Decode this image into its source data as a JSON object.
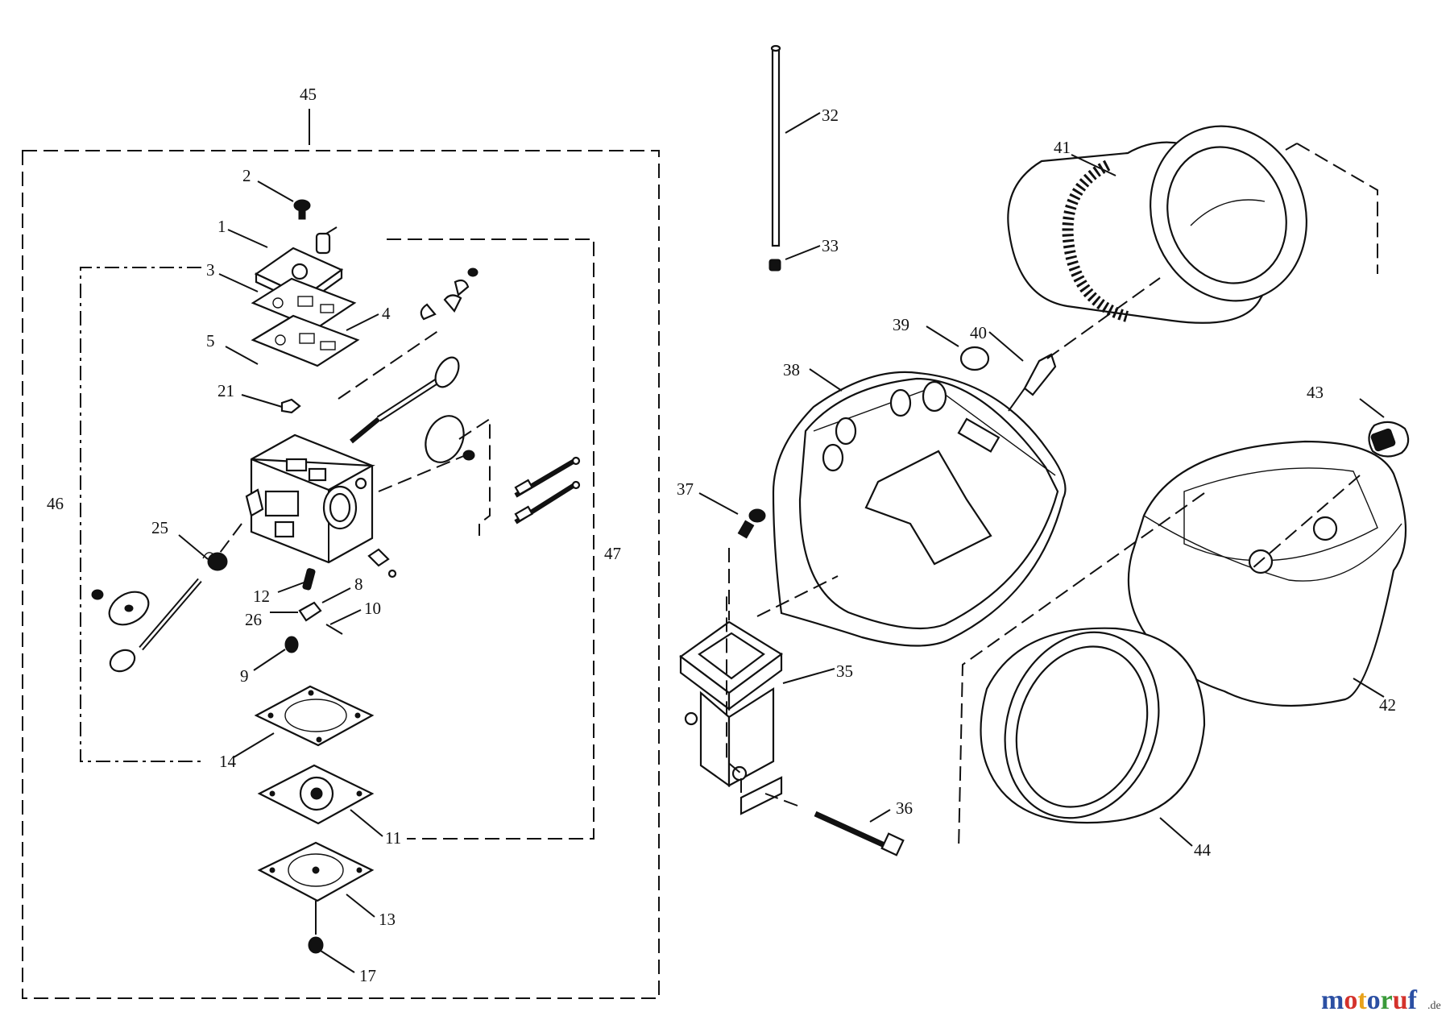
{
  "labels": {
    "p1": "1",
    "p2": "2",
    "p3": "3",
    "p4": "4",
    "p5": "5",
    "p8": "8",
    "p9": "9",
    "p10": "10",
    "p11": "11",
    "p12": "12",
    "p13": "13",
    "p14": "14",
    "p17": "17",
    "p21": "21",
    "p25": "25",
    "p26": "26",
    "p32": "32",
    "p33": "33",
    "p35": "35",
    "p36": "36",
    "p37": "37",
    "p38": "38",
    "p39": "39",
    "p40": "40",
    "p41": "41",
    "p42": "42",
    "p43": "43",
    "p44": "44",
    "p45": "45",
    "p46": "46",
    "p47": "47"
  },
  "watermark": {
    "letters": [
      "m",
      "o",
      "t",
      "o",
      "r",
      "u",
      "f"
    ],
    "letter_colors": [
      "#2b4fa3",
      "#d4322c",
      "#e8a21a",
      "#2b4fa3",
      "#3a9a3a",
      "#d4322c",
      "#2b4fa3"
    ],
    "suffix": ".de"
  }
}
